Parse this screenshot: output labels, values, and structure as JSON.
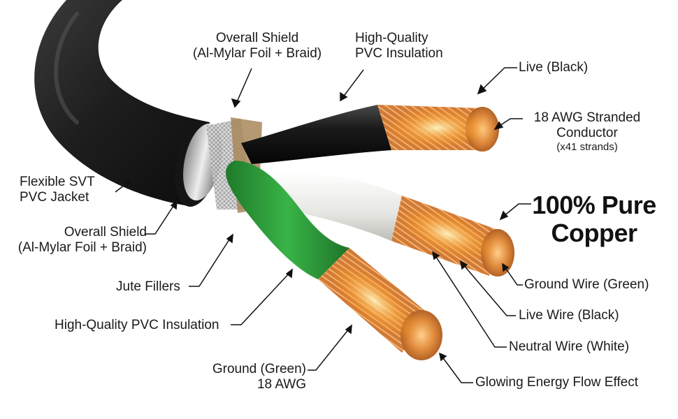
{
  "labels": {
    "shield_top_line1": "Overall Shield",
    "shield_top_line2": "(Al-Mylar Foil + Braid)",
    "pvc_top_line1": "High-Quality",
    "pvc_top_line2": "PVC Insulation",
    "live_black": "Live (Black)",
    "conductor_line1": "18 AWG Stranded",
    "conductor_line2": "Conductor",
    "conductor_line3": "(x41 strands)",
    "pure_copper_line1": "100% Pure",
    "pure_copper_line2": "Copper",
    "jacket_line1": "Flexible SVT",
    "jacket_line2": "PVC Jacket",
    "shield_left_line1": "Overall Shield",
    "shield_left_line2": "(Al-Mylar Foil + Braid)",
    "jute_fillers": "Jute Fillers",
    "pvc_left": "High-Quality PVC Insulation",
    "ground_green_line1": "Ground (Green)",
    "ground_green_line2": "18 AWG",
    "ground_wire_green": "Ground Wire (Green)",
    "live_wire_black": "Live Wire (Black)",
    "neutral_wire_white": "Neutral Wire (White)",
    "glowing_energy": "Glowing Energy Flow Effect"
  },
  "colors": {
    "jacket": "#1c1c1c",
    "green_insulation": "#2e9e3a",
    "white_insulation": "#e8e8e4",
    "black_insulation": "#141414",
    "copper": "#d9823f",
    "copper_glow": "#ffb347",
    "jute": "#a8875a",
    "shield_foil": "#b9b9b9",
    "text": "#1a1a1a"
  }
}
